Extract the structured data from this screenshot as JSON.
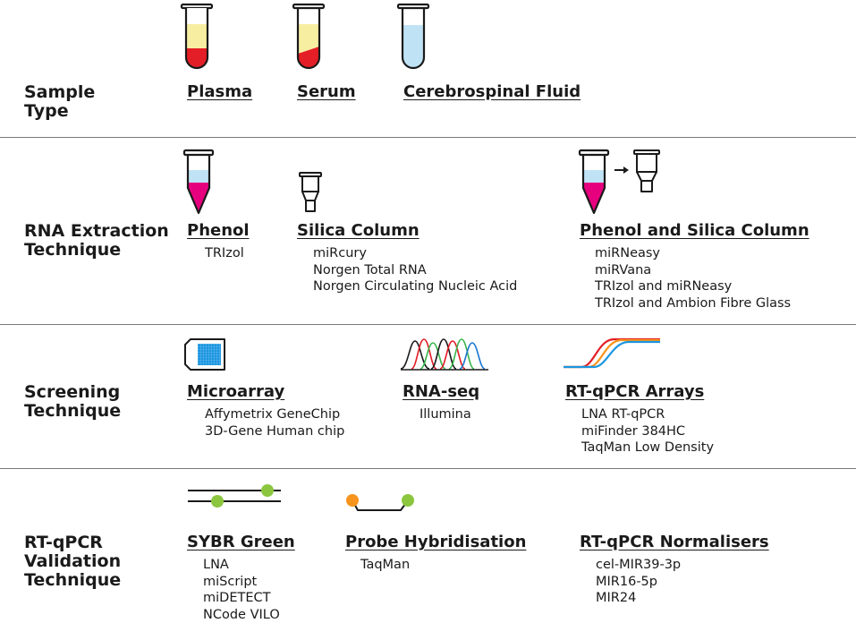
{
  "rows": [
    {
      "title": [
        "Sample",
        "Type"
      ],
      "columns": [
        {
          "title": "Plasma",
          "icon": "plasma-tube-icon",
          "items": []
        },
        {
          "title": "Serum",
          "icon": "serum-tube-icon",
          "items": []
        },
        {
          "title": "Cerebrospinal Fluid",
          "icon": "csf-tube-icon",
          "items": []
        }
      ]
    },
    {
      "title": [
        "RNA Extraction",
        "Technique"
      ],
      "columns": [
        {
          "title": "Phenol",
          "icon": "phenol-tube-icon",
          "items": [
            "TRIzol"
          ]
        },
        {
          "title": "Silica Column",
          "icon": "silica-column-icon",
          "items": [
            "miRcury",
            "Norgen Total RNA",
            "Norgen Circulating Nucleic Acid"
          ]
        },
        {
          "title": "Phenol and Silica Column",
          "icon": "phenol-to-column-icon",
          "items": [
            "miRNeasy",
            "miRVana",
            "TRIzol and miRNeasy",
            "TRIzol and Ambion Fibre Glass"
          ]
        }
      ]
    },
    {
      "title": [
        "Screening",
        "Technique"
      ],
      "columns": [
        {
          "title": "Microarray",
          "icon": "microarray-chip-icon",
          "items": [
            "Affymetrix GeneChip",
            "3D-Gene Human chip"
          ]
        },
        {
          "title": "RNA-seq",
          "icon": "sequencing-chromatogram-icon",
          "items": [
            "Illumina"
          ]
        },
        {
          "title": "RT-qPCR Arrays",
          "icon": "amplification-curve-icon",
          "items": [
            "LNA RT-qPCR",
            "miFinder 384HC",
            "TaqMan Low Density"
          ]
        }
      ]
    },
    {
      "title": [
        "RT-qPCR",
        "Validation",
        "Technique"
      ],
      "columns": [
        {
          "title": "SYBR Green",
          "icon": "sybr-dye-icon",
          "items": [
            "LNA",
            "miScript",
            "miDETECT",
            "NCode VILO"
          ]
        },
        {
          "title": "Probe Hybridisation",
          "icon": "probe-icon",
          "items": [
            "TaqMan"
          ]
        },
        {
          "title": "RT-qPCR Normalisers",
          "icon": "",
          "items": [
            "cel-MIR39-3p",
            "MIR16-5p",
            "MIR24"
          ]
        }
      ]
    }
  ],
  "colors": {
    "plasma_yellow": "#f7eea2",
    "blood_red": "#e41e26",
    "csf_blue": "#bfe3f5",
    "phenol_magenta": "#e6007e",
    "chip_blue": "#1b95e0",
    "sybr_green": "#8cc63f",
    "probe_orange": "#f7941d",
    "divider": "#7a7a7a"
  }
}
